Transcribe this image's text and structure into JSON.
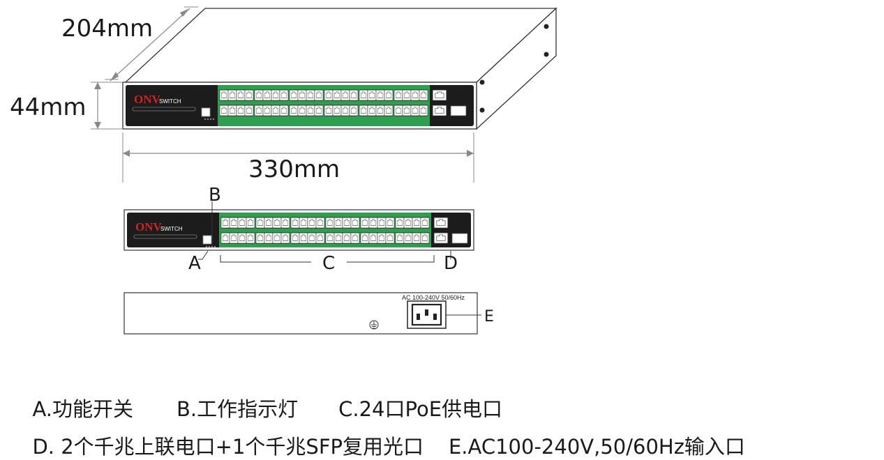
{
  "dimensions": {
    "depth": "204mm",
    "height": "44mm",
    "width": "330mm"
  },
  "device": {
    "logo": "ONV",
    "logo_suffix": "SWITCH"
  },
  "callouts": {
    "a": "A",
    "b": "B",
    "c": "C",
    "d": "D",
    "e": "E"
  },
  "rear_panel": {
    "power_label": "AC 100-240V 50/60Hz"
  },
  "legend": {
    "line1": [
      "A.功能开关",
      "B.工作指示灯",
      "C.24口PoE供电口"
    ],
    "line2": [
      "D. 2个千兆上联电口+1个千兆SFP复用光口",
      "E.AC100-240V,50/60Hz输入口"
    ]
  }
}
